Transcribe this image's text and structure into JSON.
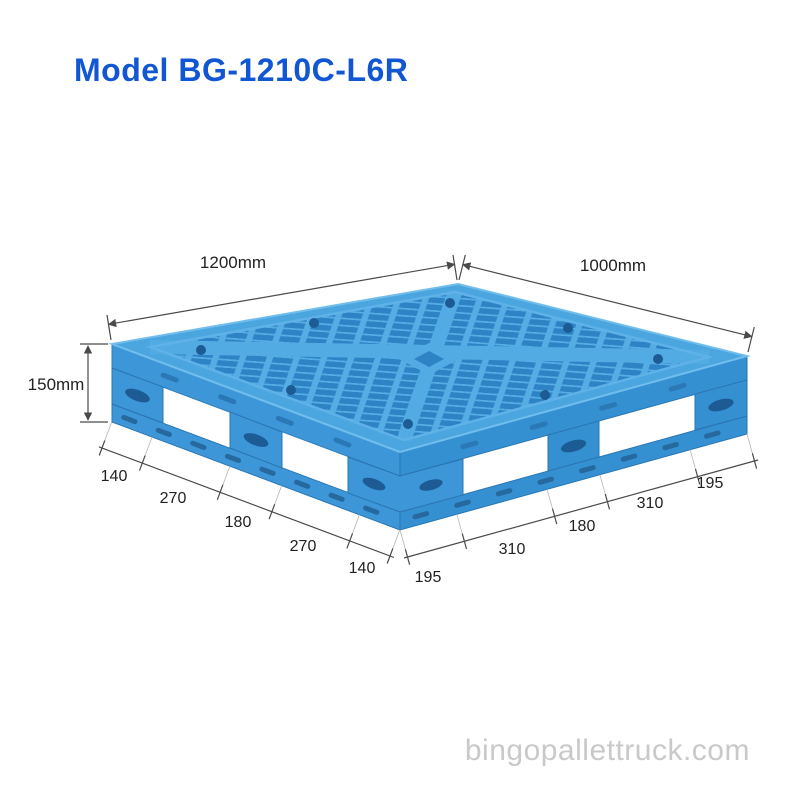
{
  "title": "Model BG-1210C-L6R",
  "watermark": "bingopallettruck.com",
  "product": "plastic-pallet-isometric-view",
  "dimensions": {
    "top_left_edge": "1200mm",
    "top_right_edge": "1000mm",
    "height": "150mm",
    "bottom_left_segments": [
      "140",
      "270",
      "180",
      "270",
      "140"
    ],
    "bottom_right_segments": [
      "195",
      "310",
      "180",
      "310",
      "195"
    ]
  },
  "colors": {
    "title": "#1156d2",
    "watermark": "#c9c9c9",
    "pallet_rim": "#4BA6DF",
    "pallet_mesh_base": "#2E83C5",
    "pallet_rib": "#56ADE4",
    "pallet_side_left": "#3C96D7",
    "pallet_side_right": "#3590D2",
    "hole_dark": "#1C5B94",
    "dimension_line": "#4a4a4a",
    "dimension_text": "#222222"
  }
}
